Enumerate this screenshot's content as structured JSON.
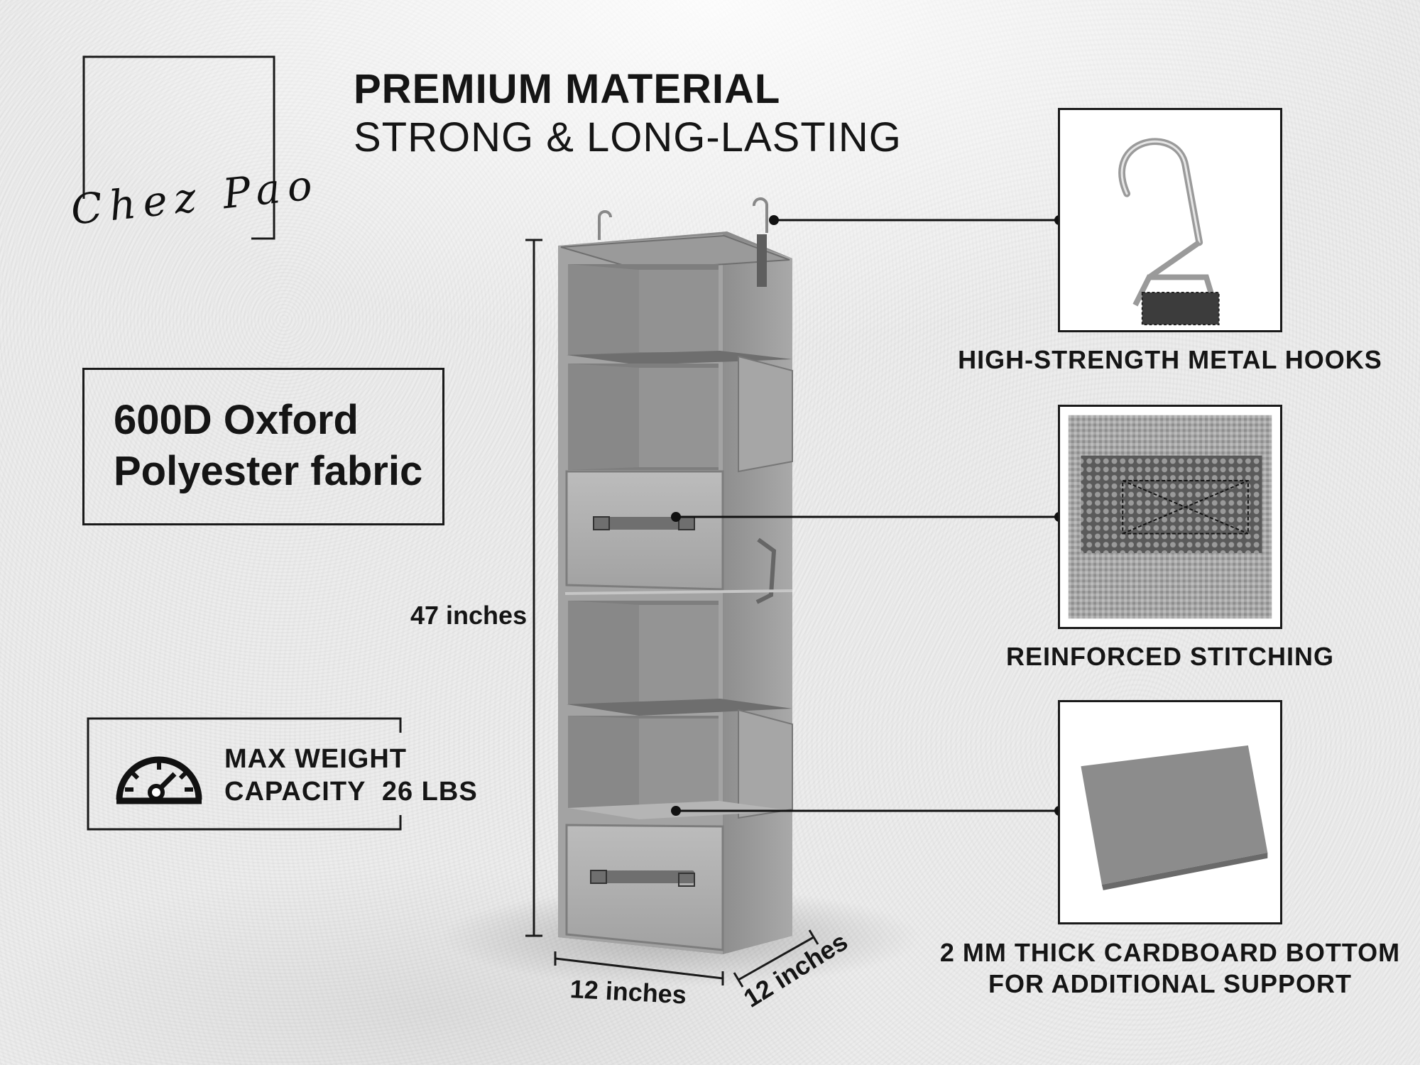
{
  "brand": {
    "logo_text": "Chez Pao"
  },
  "heading": {
    "title": "PREMIUM MATERIAL",
    "subtitle": "STRONG & LONG-LASTING"
  },
  "material": {
    "line1": "600D Oxford",
    "line2": "Polyester fabric"
  },
  "capacity": {
    "line1": "MAX WEIGHT",
    "line2": "CAPACITY  26 LBS",
    "icon": "gauge-icon"
  },
  "dimensions": {
    "height": "47 inches",
    "width": "12 inches",
    "depth": "12 inches"
  },
  "features": {
    "hooks": "HIGH-STRENGTH METAL HOOKS",
    "stitching": "REINFORCED STITCHING",
    "bottom_line1": "2 MM THICK CARDBOARD BOTTOM",
    "bottom_line2": "FOR ADDITIONAL SUPPORT"
  },
  "colors": {
    "ink": "#151515",
    "fabric": "#9d9d9d",
    "fabric_dark": "#7a7a7a",
    "fabric_light": "#bdbdbd"
  }
}
